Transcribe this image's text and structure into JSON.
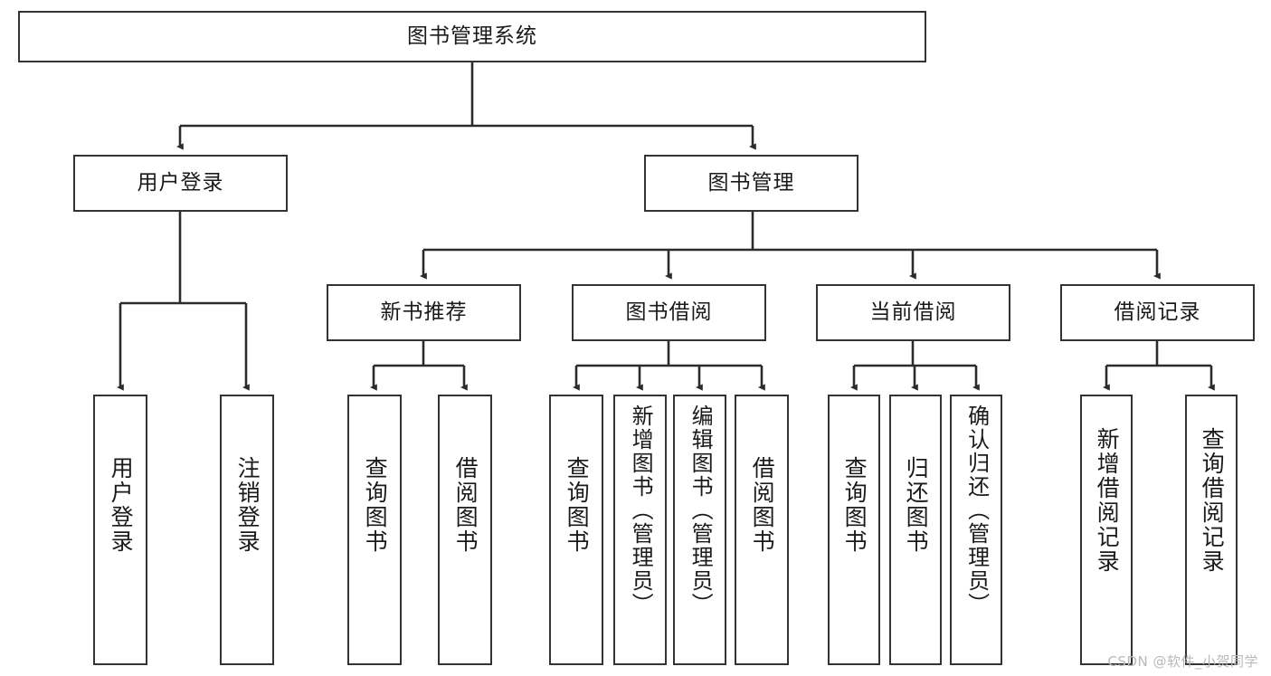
{
  "diagram": {
    "type": "tree-hierarchy",
    "title": "图书管理系统",
    "watermark": "CSDN @软件_小贺同学",
    "colors": {
      "box_border": "#333333",
      "box_fill": "#ffffff",
      "connector": "#2b2b2b",
      "text": "#1a1a1a",
      "watermark": "#b9b9b9"
    },
    "nodes": {
      "root": {
        "label": "图书管理系统"
      },
      "level1": [
        {
          "id": "user-login",
          "label": "用户登录"
        },
        {
          "id": "book-manage",
          "label": "图书管理"
        }
      ],
      "level2": [
        {
          "id": "new-book-recommend",
          "label": "新书推荐"
        },
        {
          "id": "book-borrow",
          "label": "图书借阅"
        },
        {
          "id": "current-borrow",
          "label": "当前借阅"
        },
        {
          "id": "borrow-record",
          "label": "借阅记录"
        }
      ],
      "leaves": {
        "user-login": [
          {
            "id": "leaf-user-login",
            "label": "用户登录"
          },
          {
            "id": "leaf-logout",
            "label": "注销登录"
          }
        ],
        "new-book-recommend": [
          {
            "id": "leaf-query-book-1",
            "label": "查询图书"
          },
          {
            "id": "leaf-borrow-book-1",
            "label": "借阅图书"
          }
        ],
        "book-borrow": [
          {
            "id": "leaf-query-book-2",
            "label": "查询图书"
          },
          {
            "id": "leaf-add-book",
            "label": "新增图书（管理员）"
          },
          {
            "id": "leaf-edit-book",
            "label": "编辑图书（管理员）"
          },
          {
            "id": "leaf-borrow-book-2",
            "label": "借阅图书"
          }
        ],
        "current-borrow": [
          {
            "id": "leaf-query-book-3",
            "label": "查询图书"
          },
          {
            "id": "leaf-return-book",
            "label": "归还图书"
          },
          {
            "id": "leaf-confirm-return",
            "label": "确认归还（管理员）"
          }
        ],
        "borrow-record": [
          {
            "id": "leaf-add-record",
            "label": "新增借阅记录"
          },
          {
            "id": "leaf-query-record",
            "label": "查询借阅记录"
          }
        ]
      }
    }
  }
}
